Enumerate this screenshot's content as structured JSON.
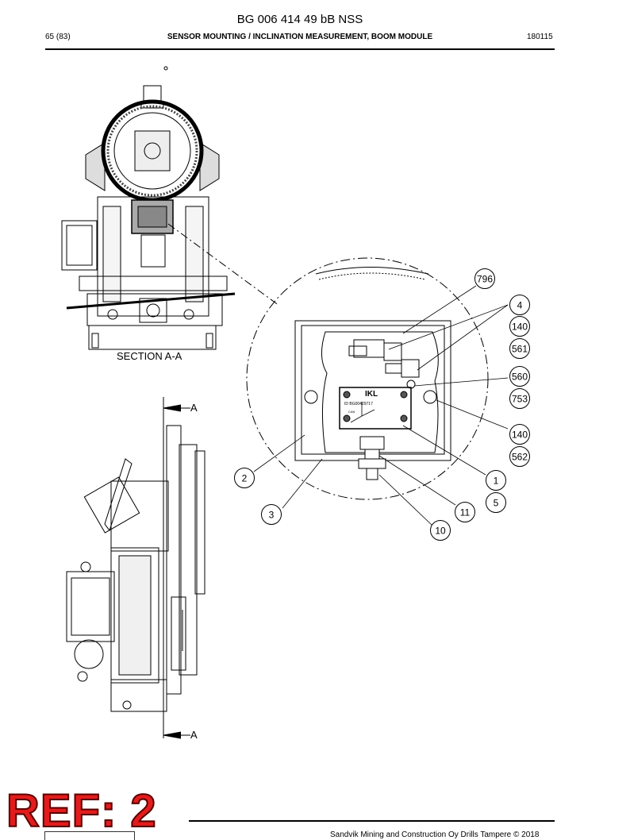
{
  "header": {
    "doc_number": "BG 006 414 49 bB NSS",
    "page": "65 (83)",
    "title": "SENSOR MOUNTING / INCLINATION MEASUREMENT, BOOM MODULE",
    "code": "180115"
  },
  "drawing": {
    "section_label": "SECTION A-A",
    "section_marker": "A",
    "plate_brand": "IKL",
    "plate_id": "ID BG00429717",
    "plate_sub": "CAN",
    "callouts": [
      "796",
      "4",
      "140",
      "561",
      "560",
      "753",
      "140",
      "562",
      "1",
      "5",
      "11",
      "10",
      "2",
      "3"
    ]
  },
  "stamp": {
    "ref": "REF: 2"
  },
  "footer": {
    "copyright": "Sandvik Mining and Construction Oy Drills Tampere © 2018"
  }
}
